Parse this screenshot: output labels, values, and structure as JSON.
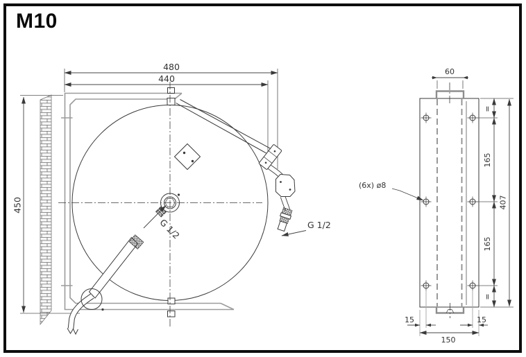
{
  "title": "M10",
  "front_view": {
    "dim_overall_width": "480",
    "dim_reel_diameter": "440",
    "dim_overall_height": "450",
    "label_inlet_thread": "G 1/2",
    "label_outlet_thread": "G 1/2"
  },
  "side_view": {
    "dim_channel_width": "60",
    "label_holes": "(6x) ø8",
    "dim_equal_top": "=",
    "dim_hole_spacing_upper": "165",
    "dim_hole_spacing_lower": "165",
    "dim_equal_bottom": "=",
    "dim_plate_height": "407",
    "dim_edge_left": "15",
    "dim_edge_right": "15",
    "dim_plate_width": "150"
  },
  "colors": {
    "drawing_line": "#3a3a3a",
    "frame_gray": "#9b9b9b",
    "dimension_text": "#333333",
    "page_border": "#0d0d0d",
    "background": "#ffffff"
  }
}
